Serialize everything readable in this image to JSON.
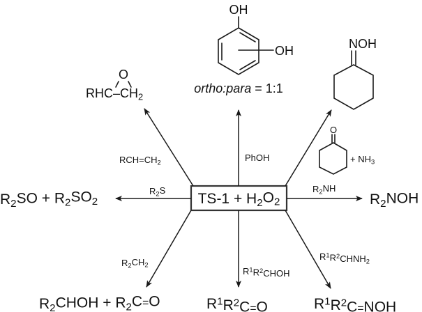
{
  "center": {
    "label_parts": [
      {
        "t": "TS-1 + H"
      },
      {
        "t": "2",
        "sub": true
      },
      {
        "t": "O"
      },
      {
        "t": "2",
        "sub": true
      }
    ]
  },
  "colors": {
    "ink": "#1a1a1a",
    "background": "#ffffff"
  },
  "reactions": [
    {
      "id": "epoxidation",
      "direction": "up-left",
      "reagent_parts": [
        {
          "t": "RCH=CH"
        },
        {
          "t": "2",
          "sub": true
        }
      ],
      "product_parts": [
        {
          "t": "RHC"
        },
        {
          "t": "–"
        },
        {
          "t": "CH"
        },
        {
          "t": "2",
          "sub": true
        }
      ],
      "product_bridge_atom": "O"
    },
    {
      "id": "hydroxylation",
      "direction": "up",
      "reagent_parts": [
        {
          "t": "PhOH"
        }
      ],
      "product_substituents": [
        "OH",
        "OH"
      ],
      "product_note_parts": [
        {
          "t": "ortho:para",
          "italic": true
        },
        {
          "t": " = 1:1"
        }
      ]
    },
    {
      "id": "ammoximation",
      "direction": "up-right",
      "reagent_parts": [
        {
          "t": "+ NH"
        },
        {
          "t": "3",
          "sub": true
        }
      ],
      "reagent_structure_atom": "O",
      "product_structure_label": "NOH"
    },
    {
      "id": "sulfoxidation",
      "direction": "left",
      "reagent_parts": [
        {
          "t": "R"
        },
        {
          "t": "2",
          "sub": true
        },
        {
          "t": "S"
        }
      ],
      "product_parts": [
        {
          "t": "R"
        },
        {
          "t": "2",
          "sub": true
        },
        {
          "t": "SO + R"
        },
        {
          "t": "2",
          "sub": true
        },
        {
          "t": "SO"
        },
        {
          "t": "2",
          "sub": true
        }
      ]
    },
    {
      "id": "amine-oxidation",
      "direction": "right",
      "reagent_parts": [
        {
          "t": "R"
        },
        {
          "t": "2",
          "sub": true
        },
        {
          "t": "NH"
        }
      ],
      "product_parts": [
        {
          "t": "R"
        },
        {
          "t": "2",
          "sub": true
        },
        {
          "t": "NOH"
        }
      ]
    },
    {
      "id": "alkane-oxidation",
      "direction": "down-left",
      "reagent_parts": [
        {
          "t": "R"
        },
        {
          "t": "2",
          "sub": true
        },
        {
          "t": "CH"
        },
        {
          "t": "2",
          "sub": true
        }
      ],
      "product_parts": [
        {
          "t": "R"
        },
        {
          "t": "2",
          "sub": true
        },
        {
          "t": "CHOH + R"
        },
        {
          "t": "2",
          "sub": true
        },
        {
          "t": "C"
        },
        {
          "t": "=",
          "small": true
        },
        {
          "t": "O"
        }
      ]
    },
    {
      "id": "alcohol-oxidation",
      "direction": "down",
      "reagent_parts": [
        {
          "t": "R"
        },
        {
          "t": "1",
          "sup": true
        },
        {
          "t": "R"
        },
        {
          "t": "2",
          "sup": true
        },
        {
          "t": "CHOH"
        }
      ],
      "product_parts": [
        {
          "t": "R"
        },
        {
          "t": "1",
          "sup": true
        },
        {
          "t": "R"
        },
        {
          "t": "2",
          "sup": true
        },
        {
          "t": "C"
        },
        {
          "t": "=",
          "small": true
        },
        {
          "t": "O"
        }
      ]
    },
    {
      "id": "amine-to-oxime",
      "direction": "down-right",
      "reagent_parts": [
        {
          "t": "R"
        },
        {
          "t": "1",
          "sup": true
        },
        {
          "t": "R"
        },
        {
          "t": "2",
          "sup": true
        },
        {
          "t": "CHNH"
        },
        {
          "t": "2",
          "sub": true
        }
      ],
      "product_parts": [
        {
          "t": "R"
        },
        {
          "t": "1",
          "sup": true
        },
        {
          "t": "R"
        },
        {
          "t": "2",
          "sup": true
        },
        {
          "t": "C"
        },
        {
          "t": "=",
          "small": true
        },
        {
          "t": "NOH"
        }
      ]
    }
  ]
}
